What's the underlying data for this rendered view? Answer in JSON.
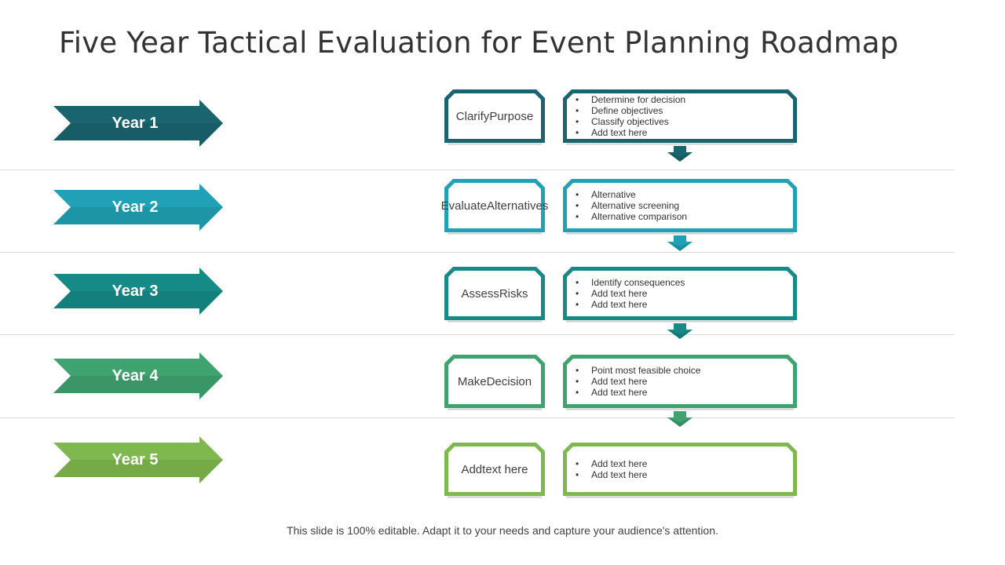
{
  "title": "Five Year Tactical Evaluation for Event Planning Roadmap",
  "footer": "This slide is 100% editable. Adapt it to your needs and capture your audience's attention.",
  "rows": [
    {
      "year": "Year 1",
      "color": "#1a6470",
      "step_lines": [
        "Clarify",
        "Purpose"
      ],
      "bullets": [
        "Determine for decision",
        "Define objectives",
        "Classify objectives",
        "Add text here"
      ]
    },
    {
      "year": "Year 2",
      "color": "#21a1b5",
      "step_lines": [
        "Evaluate",
        "Alternatives"
      ],
      "bullets": [
        "Alternative",
        "Alternative screening",
        "Alternative comparison"
      ]
    },
    {
      "year": "Year 3",
      "color": "#168a87",
      "step_lines": [
        "Assess",
        "Risks"
      ],
      "bullets": [
        "Identify consequences",
        "Add text here",
        "Add text here"
      ]
    },
    {
      "year": "Year 4",
      "color": "#3fa370",
      "step_lines": [
        "Make",
        "Decision"
      ],
      "bullets": [
        "Point most feasible choice",
        "Add text here",
        "Add text here"
      ]
    },
    {
      "year": "Year 5",
      "color": "#7fb84e",
      "step_lines": [
        "Add",
        "text here"
      ],
      "bullets": [
        "Add text here",
        "Add text here"
      ]
    }
  ]
}
